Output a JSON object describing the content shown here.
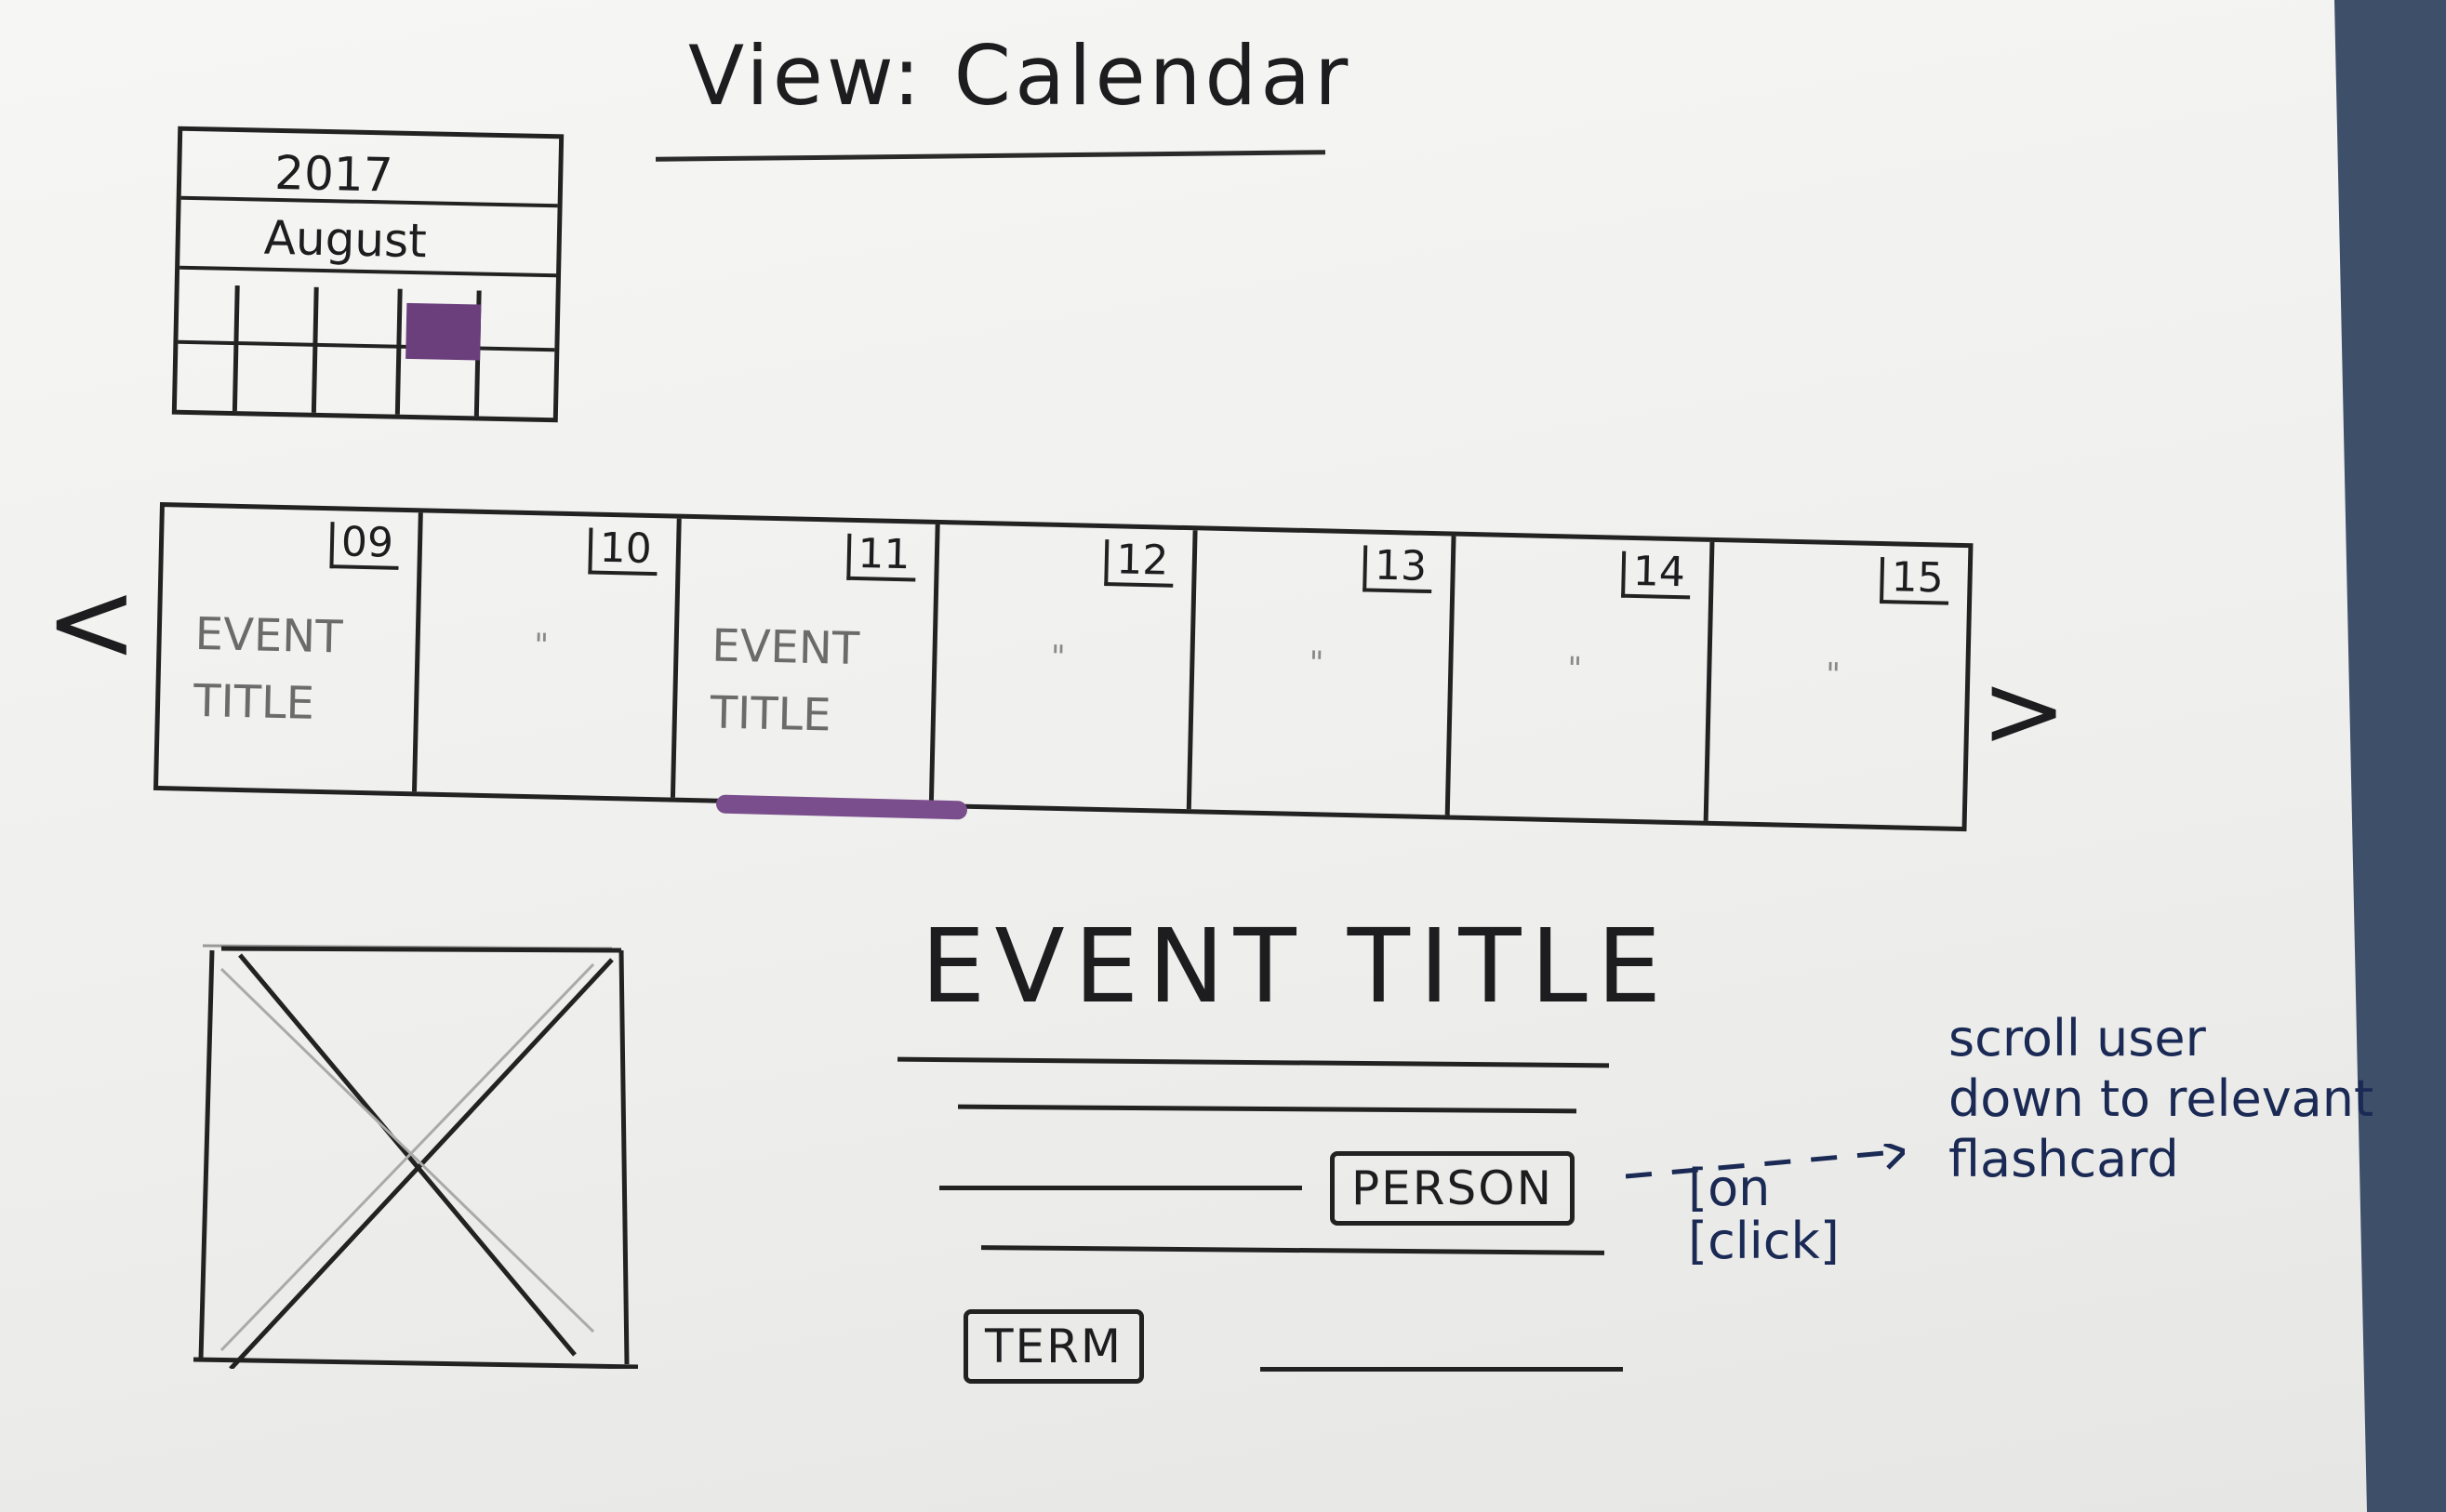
{
  "view_title": "View: Calendar",
  "mini_calendar": {
    "year": "2017",
    "month": "August"
  },
  "nav": {
    "prev": "<",
    "next": ">"
  },
  "week": [
    {
      "date": "09",
      "content": "EVENT\nTITLE"
    },
    {
      "date": "10",
      "content": "\""
    },
    {
      "date": "11",
      "content": "EVENT\nTITLE"
    },
    {
      "date": "12",
      "content": "\""
    },
    {
      "date": "13",
      "content": "\""
    },
    {
      "date": "14",
      "content": "\""
    },
    {
      "date": "15",
      "content": "\""
    }
  ],
  "selected_day": "11",
  "event_detail": {
    "title": "EVENT TITLE",
    "person_tag": "PERSON",
    "term_tag": "TERM"
  },
  "annotations": {
    "on_click": "[on\n[click]",
    "scroll_note": "scroll user\ndown to relevant\nflashcard"
  },
  "colors": {
    "selection": "#7a4d8c",
    "ink": "#1d1d1f",
    "note_ink": "#1a2a55"
  }
}
